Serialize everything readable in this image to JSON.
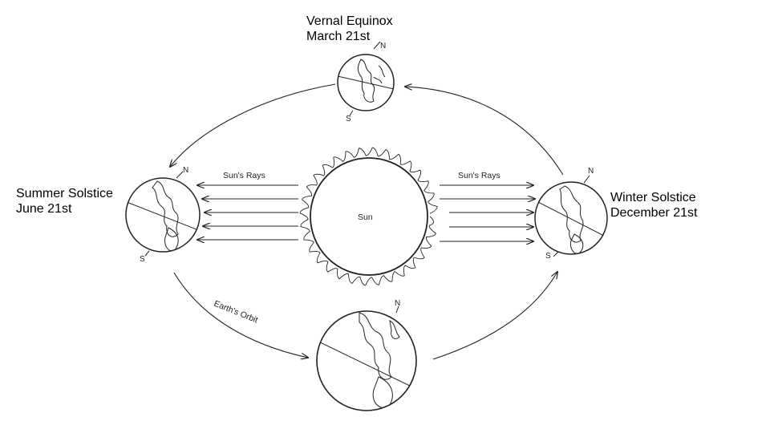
{
  "labels": {
    "vernal": {
      "line1": "Vernal Equinox",
      "line2": "March 21st"
    },
    "summer": {
      "line1": "Summer Solstice",
      "line2": "June 21st"
    },
    "winter": {
      "line1": "Winter Solstice",
      "line2": "December 21st"
    }
  },
  "diagram": {
    "sun_label": "Sun",
    "rays_left_label": "Sun's Rays",
    "rays_right_label": "Sun's Rays",
    "orbit_label": "Earth's Orbit",
    "north_marker": "N",
    "south_marker": "S"
  },
  "colors": {
    "ink": "#222222",
    "background": "#ffffff"
  }
}
